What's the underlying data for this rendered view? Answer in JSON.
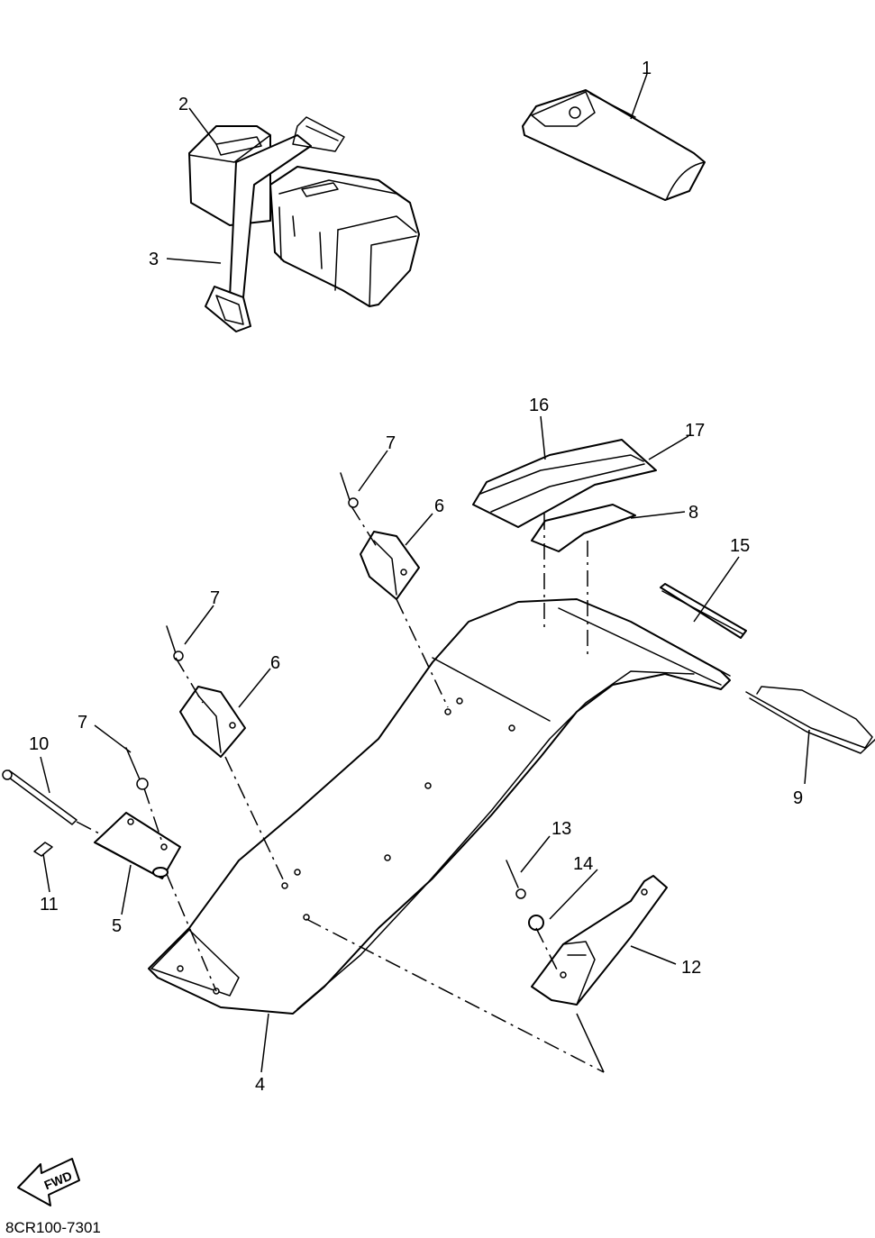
{
  "diagram_code": "8CR100-7301",
  "fwd_label": "FWD",
  "callouts": {
    "c1": "1",
    "c2": "2",
    "c3": "3",
    "c4": "4",
    "c5": "5",
    "c6a": "6",
    "c6b": "6",
    "c7a": "7",
    "c7b": "7",
    "c7c": "7",
    "c8": "8",
    "c9": "9",
    "c10": "10",
    "c11": "11",
    "c12": "12",
    "c13": "13",
    "c14": "14",
    "c15": "15",
    "c16": "16",
    "c17": "17"
  }
}
